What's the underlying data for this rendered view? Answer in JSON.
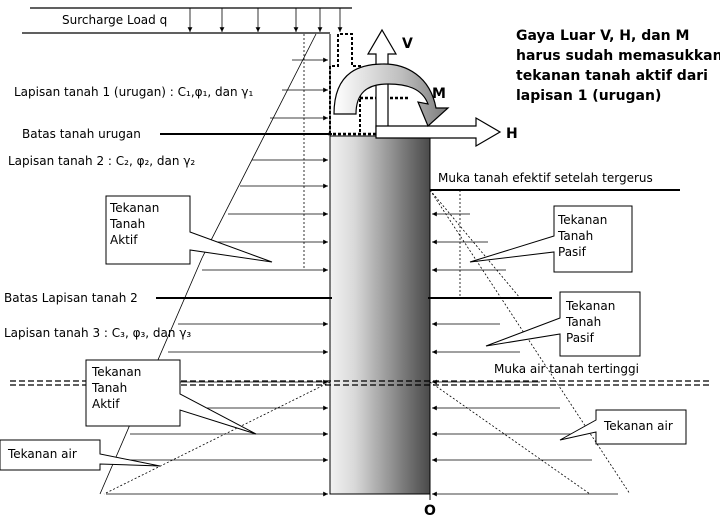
{
  "labels": {
    "surcharge": "Surcharge Load q",
    "layer1": "Lapisan tanah 1 (urugan) : C₁,φ₁, dan γ₁",
    "fill_boundary": "Batas tanah urugan",
    "layer2": "Lapisan tanah 2 : C₂, φ₂, dan γ₂",
    "layer2_boundary": "Batas Lapisan tanah 2",
    "layer3": "Lapisan tanah 3 : C₃, φ₃, dan γ₃",
    "eff_ground": "Muka tanah efektif setelah tergerus",
    "water_table": "Muka air tanah tertinggi",
    "V": "V",
    "H": "H",
    "M": "M",
    "O": "O"
  },
  "note": [
    "Gaya Luar V, H, dan M",
    "harus sudah memasukkan",
    "tekanan tanah aktif dari",
    "lapisan 1 (urugan)"
  ],
  "callouts": {
    "active1": [
      "Tekanan",
      "Tanah",
      "Aktif"
    ],
    "passive1": [
      "Tekanan",
      "Tanah",
      "Pasif"
    ],
    "passive2": [
      "Tekanan",
      "Tanah",
      "Pasif"
    ],
    "active2": [
      "Tekanan",
      "Tanah",
      "Aktif"
    ],
    "water_left": [
      "Tekanan  air"
    ],
    "water_right": [
      "Tekanan  air"
    ]
  }
}
